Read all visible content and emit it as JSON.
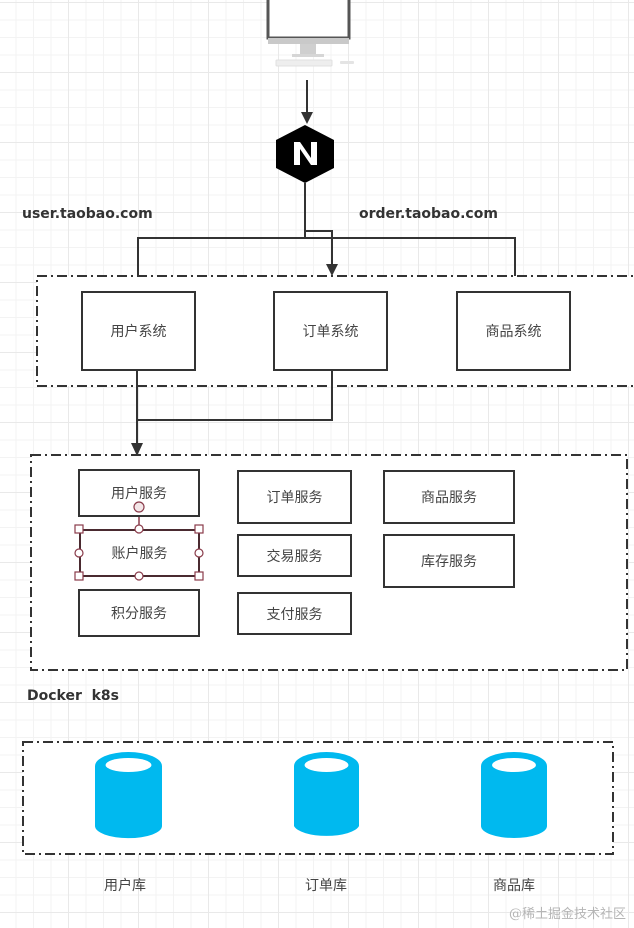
{
  "diagram": {
    "entry": {
      "client_icon": "desktop-computer-icon",
      "gateway_icon": "nginx-icon",
      "gateway_letter": "N"
    },
    "domains": {
      "user": "user.taobao.com",
      "order": "order.taobao.com"
    },
    "systems": [
      {
        "label": "用户系统"
      },
      {
        "label": "订单系统"
      },
      {
        "label": "商品系统"
      }
    ],
    "services": {
      "user_column": [
        "用户服务",
        "账户服务",
        "积分服务"
      ],
      "order_column": [
        "订单服务",
        "交易服务",
        "支付服务"
      ],
      "product_column": [
        "商品服务",
        "库存服务"
      ]
    },
    "selected_service": "账户服务",
    "container_label": "Docker  k8s",
    "databases": [
      {
        "label": "用户库"
      },
      {
        "label": "订单库"
      },
      {
        "label": "商品库"
      }
    ],
    "colors": {
      "line": "#333333",
      "database": "#00b9ef",
      "selection": "#8a3b4a",
      "nginx": "#000000"
    }
  },
  "watermark": "@稀土掘金技术社区"
}
